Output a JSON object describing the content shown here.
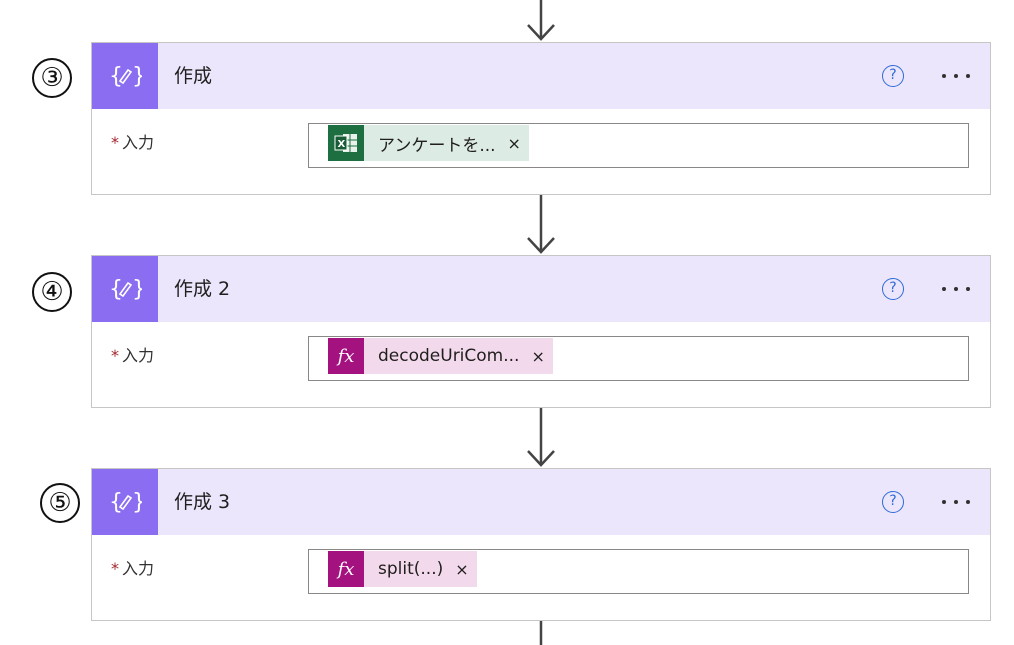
{
  "steps": [
    {
      "number": "③",
      "title": "作成",
      "help": "?",
      "field_label": "入力",
      "required_mark": "*",
      "token": {
        "kind": "excel",
        "text": "アンケートを...",
        "close": "×",
        "icon": "excel-icon"
      }
    },
    {
      "number": "④",
      "title": "作成 2",
      "help": "?",
      "field_label": "入力",
      "required_mark": "*",
      "token": {
        "kind": "expression",
        "text": "decodeUriCom...",
        "close": "×",
        "icon": "fx",
        "icon_text": "fx"
      }
    },
    {
      "number": "⑤",
      "title": "作成 3",
      "help": "?",
      "field_label": "入力",
      "required_mark": "*",
      "token": {
        "kind": "expression",
        "text": "split(...)",
        "close": "×",
        "icon": "fx",
        "icon_text": "fx"
      }
    }
  ],
  "colors": {
    "header_bg": "#ebe6fb",
    "icon_bg": "#8a6df0",
    "excel_token_bg": "#dcebe3",
    "excel_icon_bg": "#1d6f42",
    "expression_token_bg": "#f3d9ec",
    "expression_icon_bg": "#a4127f",
    "help_icon": "#2f6bd8",
    "required": "#a4262c"
  }
}
